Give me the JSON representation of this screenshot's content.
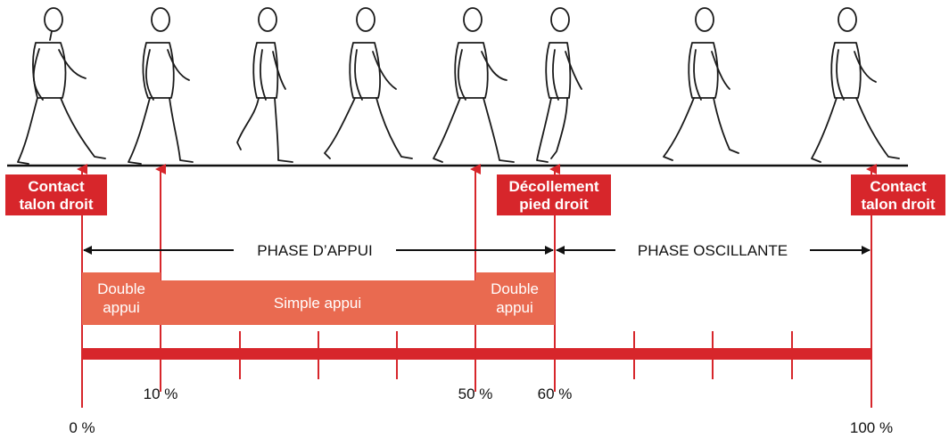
{
  "colors": {
    "accent": "#d7262b",
    "light_bar": "#e96a50",
    "ground": "#111111"
  },
  "events": {
    "contact_start": [
      "Contact",
      "talon droit"
    ],
    "toe_off": [
      "Décollement",
      "pied droit"
    ],
    "contact_end": [
      "Contact",
      "talon droit"
    ]
  },
  "phases": {
    "stance": "PHASE D’APPUI",
    "swing": "PHASE OSCILLANTE"
  },
  "bars": {
    "double1": [
      "Double",
      "appui"
    ],
    "single": "Simple appui",
    "double2": [
      "Double",
      "appui"
    ]
  },
  "percents": {
    "p0": "0 %",
    "p10": "10 %",
    "p50": "50 %",
    "p60": "60 %",
    "p100": "100 %"
  },
  "figures": [
    "walker",
    "walker",
    "walker",
    "walker",
    "walker",
    "walker",
    "walker",
    "walker"
  ]
}
